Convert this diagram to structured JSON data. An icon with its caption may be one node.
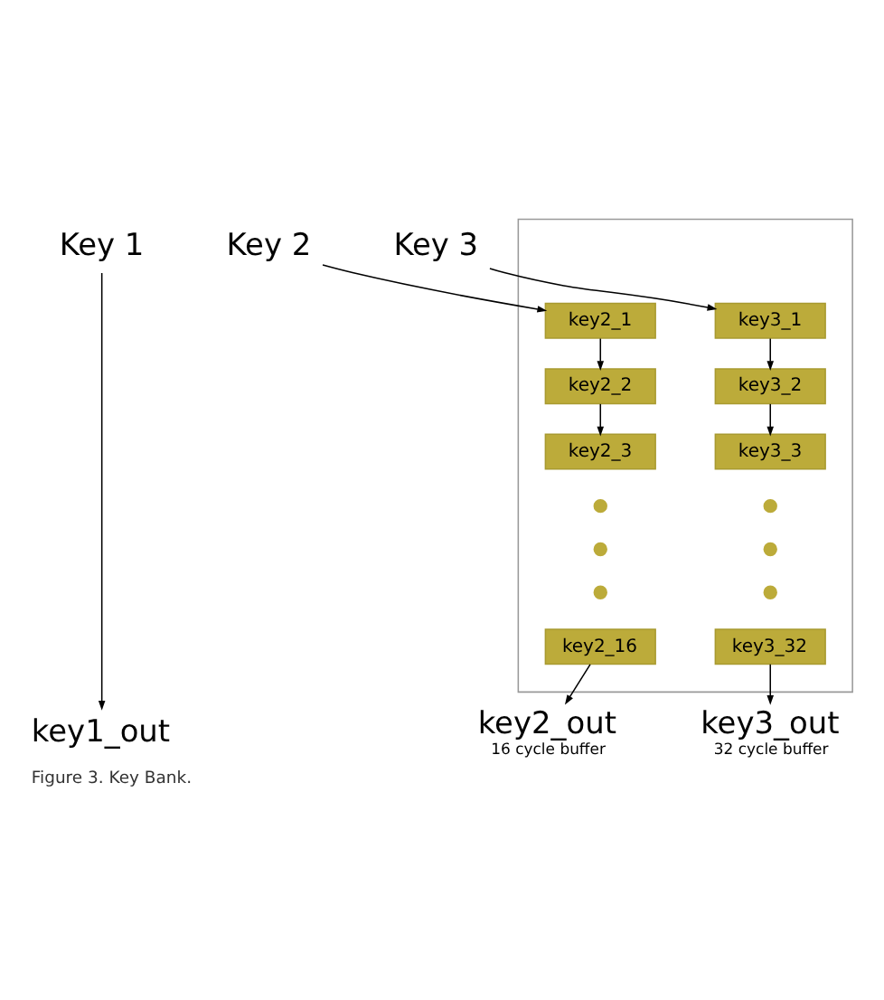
{
  "diagram": {
    "caption": "Figure 3. Key Bank.",
    "nodes": [
      {
        "text": [
          "Key 1"
        ]
      },
      {
        "text": [
          "Key 2"
        ]
      },
      {
        "text": [
          "Key 3"
        ]
      },
      {
        "text": [],
        "shape": "box"
      },
      {
        "text": [
          "key2_1"
        ],
        "in": 3
      },
      {
        "text": [
          "key3_1"
        ],
        "in": 3
      },
      {
        "text": [
          "key2_2"
        ],
        "in": 3
      },
      {
        "text": [
          "key3_2"
        ],
        "in": 3
      },
      {
        "text": [
          "key2_3"
        ],
        "in": 3
      },
      {
        "text": [
          "key3_3"
        ],
        "in": 3
      },
      {
        "text": [],
        "shape": "circle",
        "in": 3
      },
      {
        "text": [],
        "shape": "circle",
        "in": 3
      },
      {
        "text": [],
        "shape": "circle",
        "in": 3
      },
      {
        "text": [],
        "shape": "circle",
        "in": 3
      },
      {
        "text": [],
        "shape": "circle",
        "in": 3
      },
      {
        "text": [],
        "shape": "circle",
        "in": 3
      },
      {
        "text": [
          "key2_16"
        ],
        "in": 3
      },
      {
        "text": [
          "key3_32"
        ],
        "in": 3
      },
      {
        "text": [
          "key1_out"
        ]
      },
      {
        "text": [
          "key2_out"
        ],
        "beside": [
          "16 cycle buffer"
        ]
      },
      {
        "text": [
          "key3_out"
        ],
        "beside": [
          "32 cycle buffer"
        ]
      }
    ],
    "edges": [
      {
        "from": 0,
        "to": 18,
        "arrow": "to"
      },
      {
        "from": 1,
        "to": 4,
        "arrow": "to"
      },
      {
        "from": 2,
        "to": 5,
        "arrow": "to"
      },
      {
        "from": 4,
        "to": 6,
        "arrow": "to"
      },
      {
        "from": 5,
        "to": 7,
        "arrow": "to"
      },
      {
        "from": 6,
        "to": 8,
        "arrow": "to"
      },
      {
        "from": 7,
        "to": 9,
        "arrow": "to"
      },
      {
        "from": 16,
        "to": 19,
        "arrow": "to"
      },
      {
        "from": 17,
        "to": 20,
        "arrow": "to"
      }
    ]
  }
}
